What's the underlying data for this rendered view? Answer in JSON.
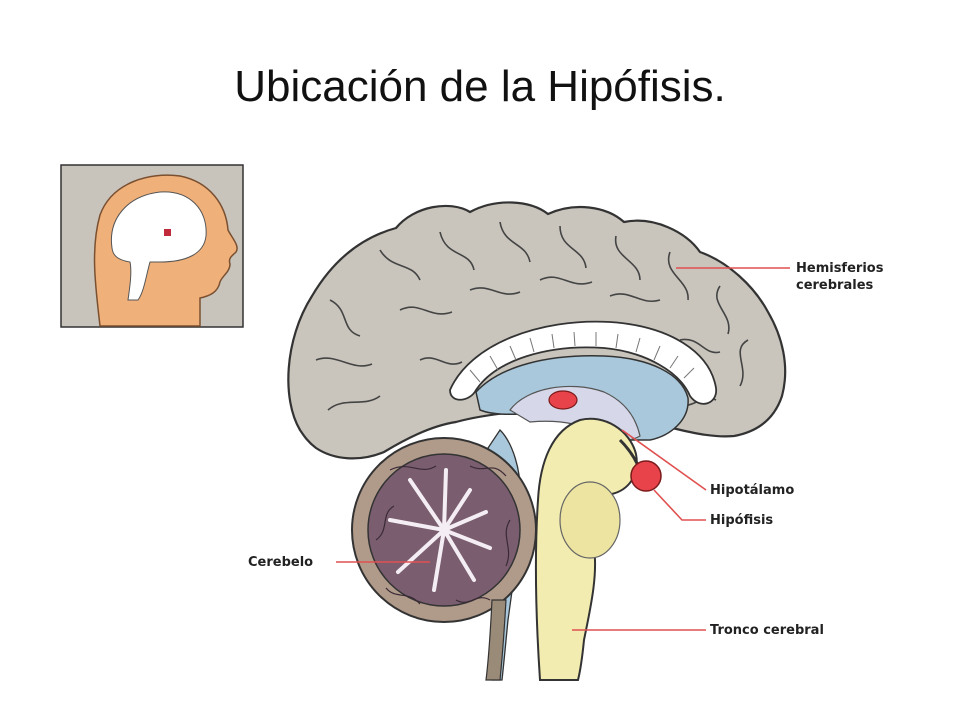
{
  "slide": {
    "title": "Ubicación de la Hipófisis."
  },
  "diagram": {
    "labels": {
      "hemisferios_line1": "Hemisferios",
      "hemisferios_line2": "cerebrales",
      "hipotalamo": "Hipotálamo",
      "hipofisis": "Hipófisis",
      "cerebelo": "Cerebelo",
      "tronco": "Tronco cerebral"
    }
  },
  "colors": {
    "leader_line": "#e05050",
    "cerebrum": "#c9c5bd",
    "ventricle": "#a9c8db",
    "brainstem": "#f2ecb0",
    "cerebellum": "#7a5e70",
    "pituitary": "#e8434b",
    "head_skin": "#f0b07a",
    "inset_bg": "#c8c4bc"
  }
}
